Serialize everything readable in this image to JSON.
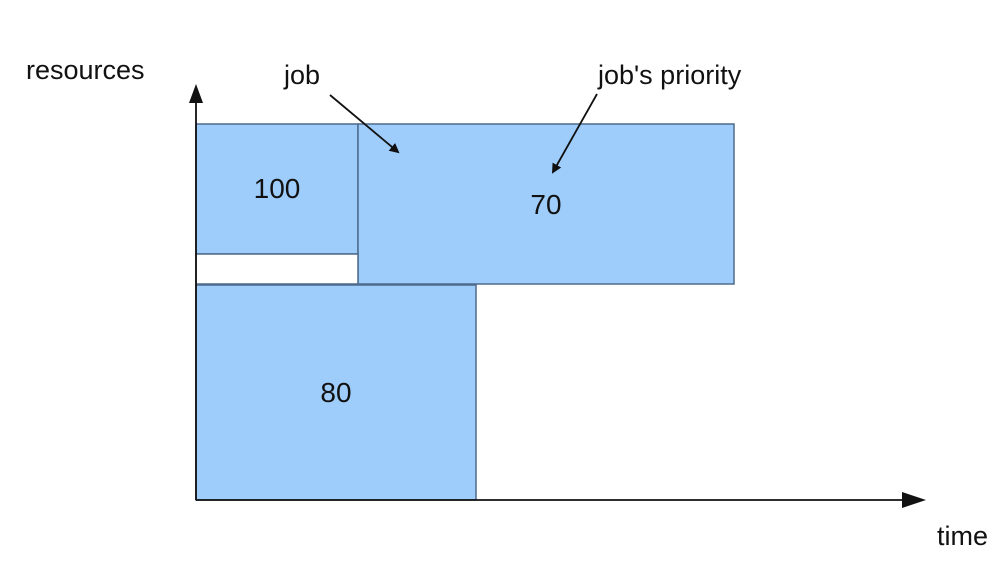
{
  "axes": {
    "y_label": "resources",
    "x_label": "time"
  },
  "annotations": {
    "job_label": "job",
    "priority_label": "job's priority"
  },
  "jobs": [
    {
      "priority": "100"
    },
    {
      "priority": "70"
    },
    {
      "priority": "80"
    }
  ],
  "colors": {
    "job_fill": "#9fcdfb",
    "job_stroke": "#4d6b8c",
    "axis": "#111111"
  }
}
